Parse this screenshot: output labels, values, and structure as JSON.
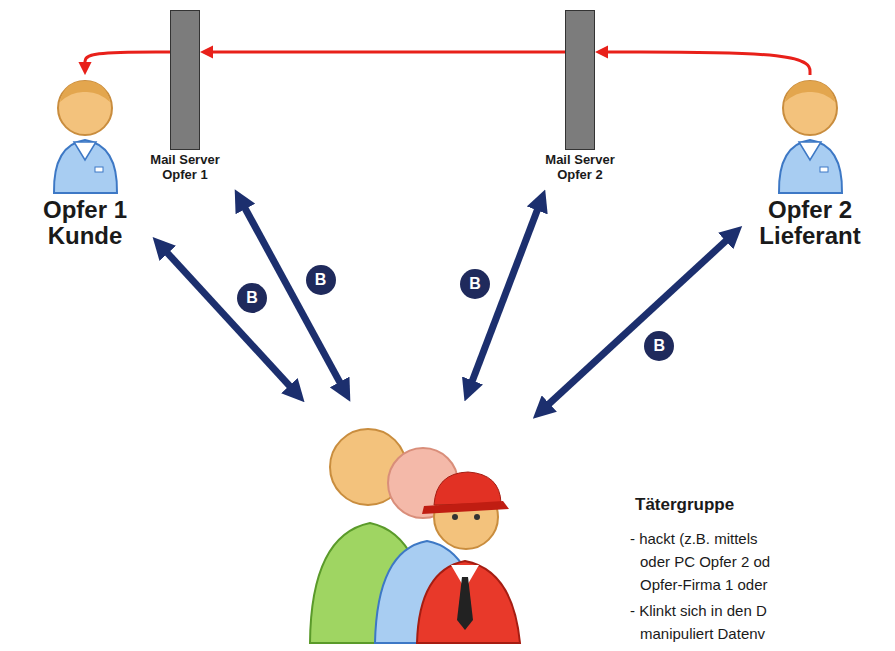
{
  "diagram": {
    "nodes": [
      {
        "text": [
          "Opfer 1 Kunde"
        ]
      },
      {
        "text": [
          "Mail Server Opfer 1"
        ]
      },
      {
        "text": [
          "Mail Server Opfer 2"
        ]
      },
      {
        "text": [
          "Opfer 2 Lieferant"
        ]
      },
      {
        "text": [
          "Tätergruppe"
        ]
      }
    ],
    "edges": [
      {
        "from": 3,
        "to": 2,
        "arrow": "to"
      },
      {
        "from": 2,
        "to": 1,
        "arrow": "to"
      },
      {
        "from": 1,
        "to": 0,
        "arrow": "to"
      },
      {
        "from": 4,
        "to": 0,
        "label": "B",
        "arrow": "both"
      },
      {
        "from": 4,
        "to": 1,
        "label": "B",
        "arrow": "both"
      },
      {
        "from": 4,
        "to": 2,
        "label": "B",
        "arrow": "both"
      },
      {
        "from": 4,
        "to": 3,
        "label": "B",
        "arrow": "both"
      }
    ],
    "labels": [
      "- hackt (z.B. mittels",
      "oder PC Opfer 2 od",
      "Opfer-Firma 1 oder",
      "- Klinkt sich in den D",
      "manipuliert Datenv"
    ]
  }
}
